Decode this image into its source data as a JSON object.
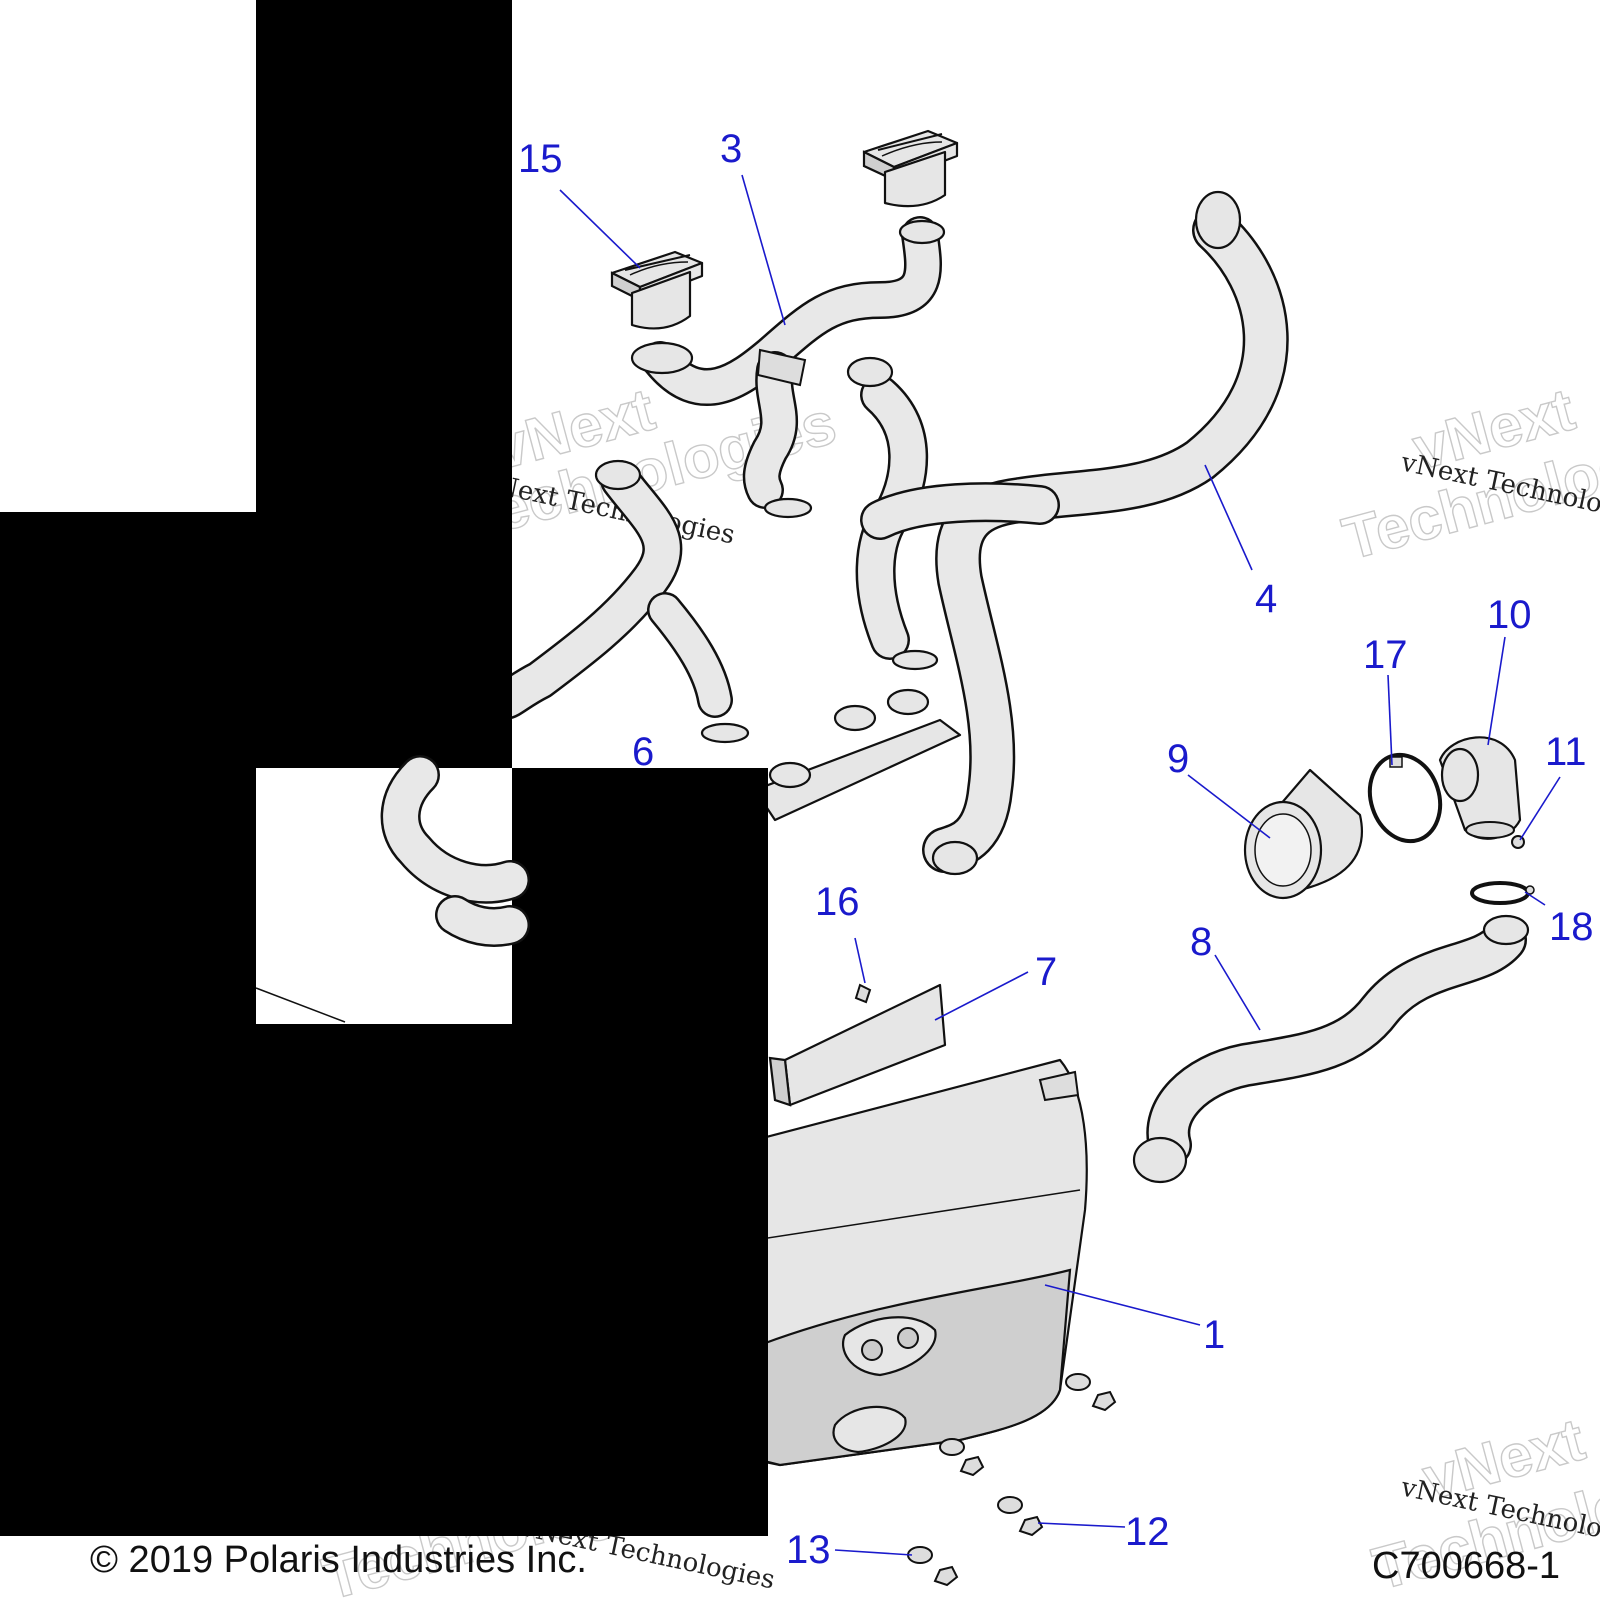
{
  "colors": {
    "callout": "#1a1acc",
    "line": "#111111",
    "part_fill": "#e6e6e6",
    "mask": "#000000"
  },
  "callouts": [
    {
      "id": "15",
      "label": "15"
    },
    {
      "id": "3",
      "label": "3"
    },
    {
      "id": "4",
      "label": "4"
    },
    {
      "id": "10",
      "label": "10"
    },
    {
      "id": "17",
      "label": "17"
    },
    {
      "id": "9",
      "label": "9"
    },
    {
      "id": "11",
      "label": "11"
    },
    {
      "id": "6",
      "label": "6"
    },
    {
      "id": "16",
      "label": "16"
    },
    {
      "id": "7",
      "label": "7"
    },
    {
      "id": "18",
      "label": "18"
    },
    {
      "id": "8",
      "label": "8"
    },
    {
      "id": "1",
      "label": "1"
    },
    {
      "id": "12",
      "label": "12"
    },
    {
      "id": "13",
      "label": "13"
    }
  ],
  "watermarks": {
    "brand_big_1": "vNext",
    "brand_big_2": "Technologies",
    "brand_line": "vNext Technologies"
  },
  "footer": {
    "copyright": "© 2019 Polaris Industries Inc.",
    "figure_code": "C700668-1"
  }
}
